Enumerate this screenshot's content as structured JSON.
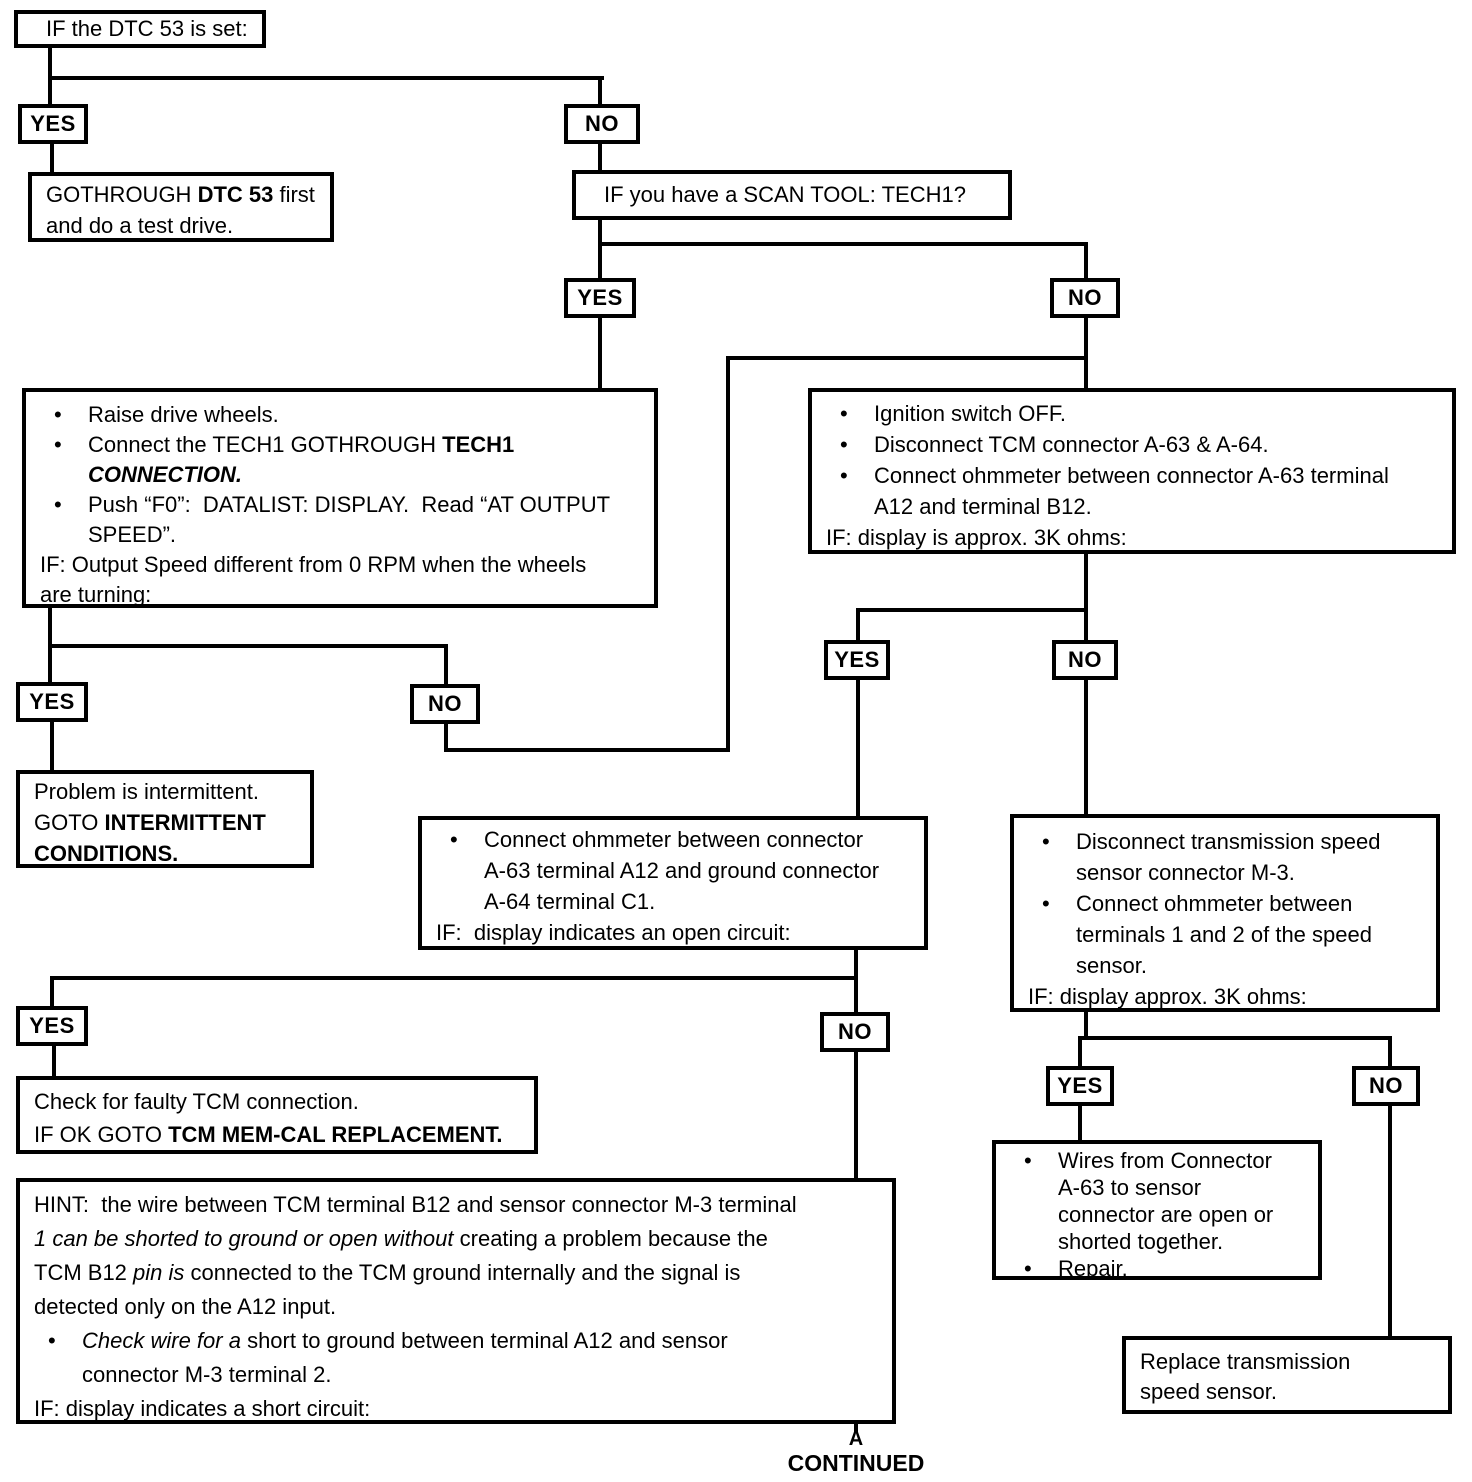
{
  "labels": {
    "yes": "YES",
    "no": "NO"
  },
  "continued": {
    "marker": "A",
    "label": "CONTINUED"
  },
  "nodes": {
    "dtc53_set": {
      "lines": [
        {
          "ind": "n",
          "seg": [
            {
              "t": "IF the DTC 53 is set:"
            }
          ]
        }
      ]
    },
    "dtc53_first": {
      "lines": [
        {
          "ind": "n",
          "seg": [
            {
              "t": "GOTHROUGH "
            },
            {
              "t": "DTC 53",
              "b": true
            },
            {
              "t": " first"
            }
          ]
        },
        {
          "ind": "n",
          "seg": [
            {
              "t": "and do a test drive."
            }
          ]
        }
      ]
    },
    "scan_tool": {
      "lines": [
        {
          "ind": "n",
          "seg": [
            {
              "t": "IF you have a SCAN TOOL: TECH1?"
            }
          ]
        }
      ]
    },
    "tech1_output_speed": {
      "lines": [
        {
          "ind": "b",
          "seg": [
            {
              "t": "Raise drive wheels."
            }
          ]
        },
        {
          "ind": "b",
          "seg": [
            {
              "t": "Connect the TECH1 GOTHROUGH "
            },
            {
              "t": "TECH1",
              "b": true
            }
          ]
        },
        {
          "ind": "c",
          "seg": [
            {
              "t": "CONNECTION.",
              "b": true,
              "i": true
            }
          ]
        },
        {
          "ind": "b",
          "seg": [
            {
              "t": "Push “F0”:  DATALIST: DISPLAY.  Read “AT OUTPUT"
            }
          ]
        },
        {
          "ind": "c",
          "seg": [
            {
              "t": "SPEED”."
            }
          ]
        },
        {
          "ind": "n",
          "seg": [
            {
              "t": "IF: Output Speed different from 0 RPM when the wheels"
            }
          ]
        },
        {
          "ind": "n",
          "seg": [
            {
              "t": "are turning:"
            }
          ]
        }
      ]
    },
    "tcm_ohmmeter": {
      "lines": [
        {
          "ind": "b",
          "seg": [
            {
              "t": "Ignition switch OFF."
            }
          ]
        },
        {
          "ind": "b",
          "seg": [
            {
              "t": "Disconnect TCM connector A-63 & A-64."
            }
          ]
        },
        {
          "ind": "b",
          "seg": [
            {
              "t": "Connect ohmmeter between connector A-63 terminal"
            }
          ]
        },
        {
          "ind": "c",
          "seg": [
            {
              "t": "A12 and terminal B12."
            }
          ]
        },
        {
          "ind": "n",
          "seg": [
            {
              "t": "IF: display is approx. 3K ohms:"
            }
          ]
        }
      ]
    },
    "intermittent": {
      "lines": [
        {
          "ind": "n",
          "seg": [
            {
              "t": "Problem is intermittent."
            }
          ]
        },
        {
          "ind": "n",
          "seg": [
            {
              "t": "GOTO "
            },
            {
              "t": "INTERMITTENT",
              "b": true
            }
          ]
        },
        {
          "ind": "n",
          "seg": [
            {
              "t": "CONDITIONS.",
              "b": true
            }
          ]
        }
      ]
    },
    "ohmmeter_ground": {
      "lines": [
        {
          "ind": "b",
          "seg": [
            {
              "t": "Connect ohmmeter between connector"
            }
          ]
        },
        {
          "ind": "c",
          "seg": [
            {
              "t": "A-63 terminal A12 and ground connector"
            }
          ]
        },
        {
          "ind": "c",
          "seg": [
            {
              "t": "A-64 terminal C1."
            }
          ]
        },
        {
          "ind": "n",
          "seg": [
            {
              "t": "IF:  display indicates an open circuit:"
            }
          ]
        }
      ]
    },
    "speed_sensor": {
      "lines": [
        {
          "ind": "b",
          "seg": [
            {
              "t": "Disconnect transmission speed"
            }
          ]
        },
        {
          "ind": "c",
          "seg": [
            {
              "t": "sensor connector M-3."
            }
          ]
        },
        {
          "ind": "b",
          "seg": [
            {
              "t": "Connect ohmmeter between"
            }
          ]
        },
        {
          "ind": "c",
          "seg": [
            {
              "t": "terminals 1 and 2 of the speed"
            }
          ]
        },
        {
          "ind": "c",
          "seg": [
            {
              "t": "sensor."
            }
          ]
        },
        {
          "ind": "n",
          "seg": [
            {
              "t": "IF: display approx. 3K ohms:"
            }
          ]
        }
      ]
    },
    "tcm_connection": {
      "lines": [
        {
          "ind": "n",
          "seg": [
            {
              "t": "Check for faulty TCM connection."
            }
          ]
        },
        {
          "ind": "n",
          "seg": [
            {
              "t": "IF OK GOTO "
            },
            {
              "t": "TCM MEM-CAL REPLACEMENT.",
              "b": true
            }
          ]
        }
      ]
    },
    "hint": {
      "lines": [
        {
          "ind": "n",
          "seg": [
            {
              "t": "HINT:  the wire between TCM terminal B12 and sensor connector M-3 terminal"
            }
          ]
        },
        {
          "ind": "n",
          "seg": [
            {
              "t": "1 can be shorted to ground or open without",
              "i": true
            },
            {
              "t": " creating a problem because the"
            }
          ]
        },
        {
          "ind": "n",
          "seg": [
            {
              "t": "TCM B12 "
            },
            {
              "t": "pin is",
              "i": true
            },
            {
              "t": " connected to the TCM ground internally and the signal is"
            }
          ]
        },
        {
          "ind": "n",
          "seg": [
            {
              "t": "detected only on the A12 input."
            }
          ]
        },
        {
          "ind": "b",
          "seg": [
            {
              "t": "Check wire for a",
              "i": true
            },
            {
              "t": " short to ground between terminal A12 and sensor"
            }
          ]
        },
        {
          "ind": "c",
          "seg": [
            {
              "t": "connector M-3 terminal 2."
            }
          ]
        },
        {
          "ind": "n",
          "seg": [
            {
              "t": "IF: display indicates a short circuit:"
            }
          ]
        }
      ]
    },
    "wires_repair": {
      "lines": [
        {
          "ind": "b",
          "seg": [
            {
              "t": "Wires from Connector"
            }
          ]
        },
        {
          "ind": "c",
          "seg": [
            {
              "t": "A-63 to sensor"
            }
          ]
        },
        {
          "ind": "c",
          "seg": [
            {
              "t": "connector are open or"
            }
          ]
        },
        {
          "ind": "c",
          "seg": [
            {
              "t": "shorted together."
            }
          ]
        },
        {
          "ind": "b",
          "seg": [
            {
              "t": "Repair."
            }
          ]
        }
      ]
    },
    "replace_sensor": {
      "lines": [
        {
          "ind": "n",
          "seg": [
            {
              "t": "Replace transmission"
            }
          ]
        },
        {
          "ind": "n",
          "seg": [
            {
              "t": "speed sensor."
            }
          ]
        }
      ]
    }
  }
}
